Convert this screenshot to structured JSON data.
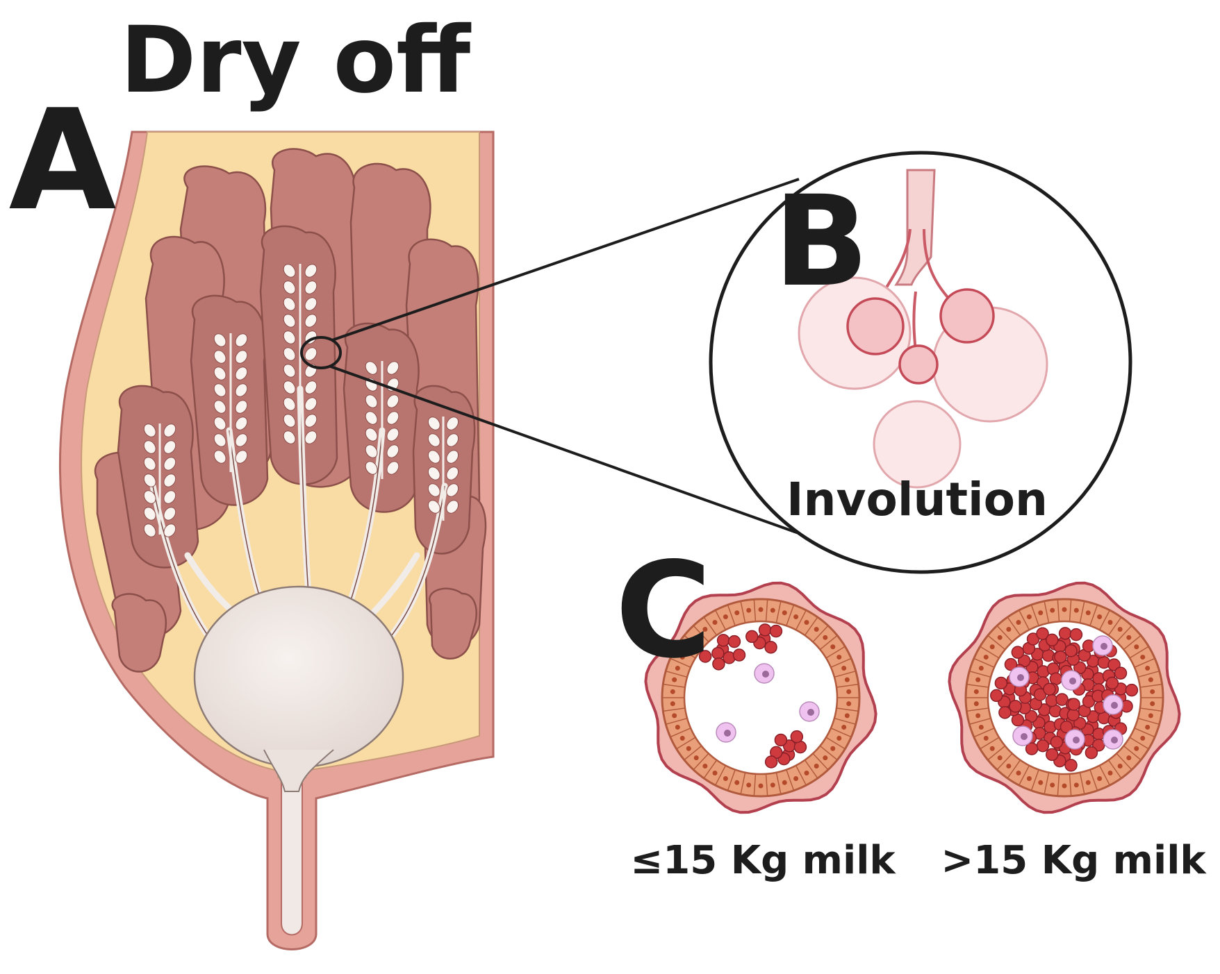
{
  "title": "Dry off",
  "panels": {
    "a": {
      "letter": "A"
    },
    "b": {
      "letter": "B",
      "caption": "Involution"
    },
    "c": {
      "letter": "C",
      "left_caption": "≤15 Kg milk",
      "right_caption": ">15 Kg milk"
    }
  },
  "colors": {
    "skin": "#e6a39a",
    "fat_tissue": "#f9dca4",
    "lobe": "#c47f79",
    "cistern": "#f0e9e6",
    "alveolus_pink": "#f6d3d3",
    "epithelium": "#e08e55",
    "red_cell": "#c9353a",
    "leukocyte": "#e6b3e6"
  }
}
